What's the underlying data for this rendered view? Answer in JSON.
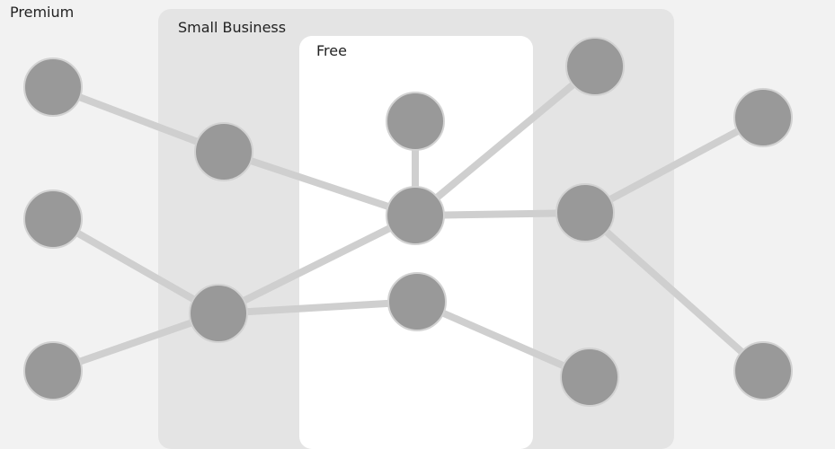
{
  "tiers": {
    "premium": "Premium",
    "small_business": "Small Business",
    "free": "Free"
  },
  "colors": {
    "background": "#f2f2f2",
    "small_business_zone": "#e4e4e4",
    "free_zone": "#ffffff",
    "node_fill": "#999999",
    "node_stroke": "#d2d2d2",
    "edge": "#cfcfcf"
  },
  "nodes": [
    "p1",
    "p2",
    "p3",
    "p4",
    "p5",
    "s1",
    "s2",
    "s3",
    "s4",
    "s5",
    "f1",
    "f2",
    "f3"
  ],
  "edges": [
    [
      "p1",
      "s1"
    ],
    [
      "s1",
      "f2"
    ],
    [
      "p2",
      "s2"
    ],
    [
      "p3",
      "s2"
    ],
    [
      "s2",
      "f2"
    ],
    [
      "s2",
      "f3"
    ],
    [
      "f1",
      "f2"
    ],
    [
      "f2",
      "s3"
    ],
    [
      "f2",
      "s4"
    ],
    [
      "f3",
      "s5"
    ],
    [
      "s4",
      "p4"
    ],
    [
      "s4",
      "p5"
    ]
  ]
}
